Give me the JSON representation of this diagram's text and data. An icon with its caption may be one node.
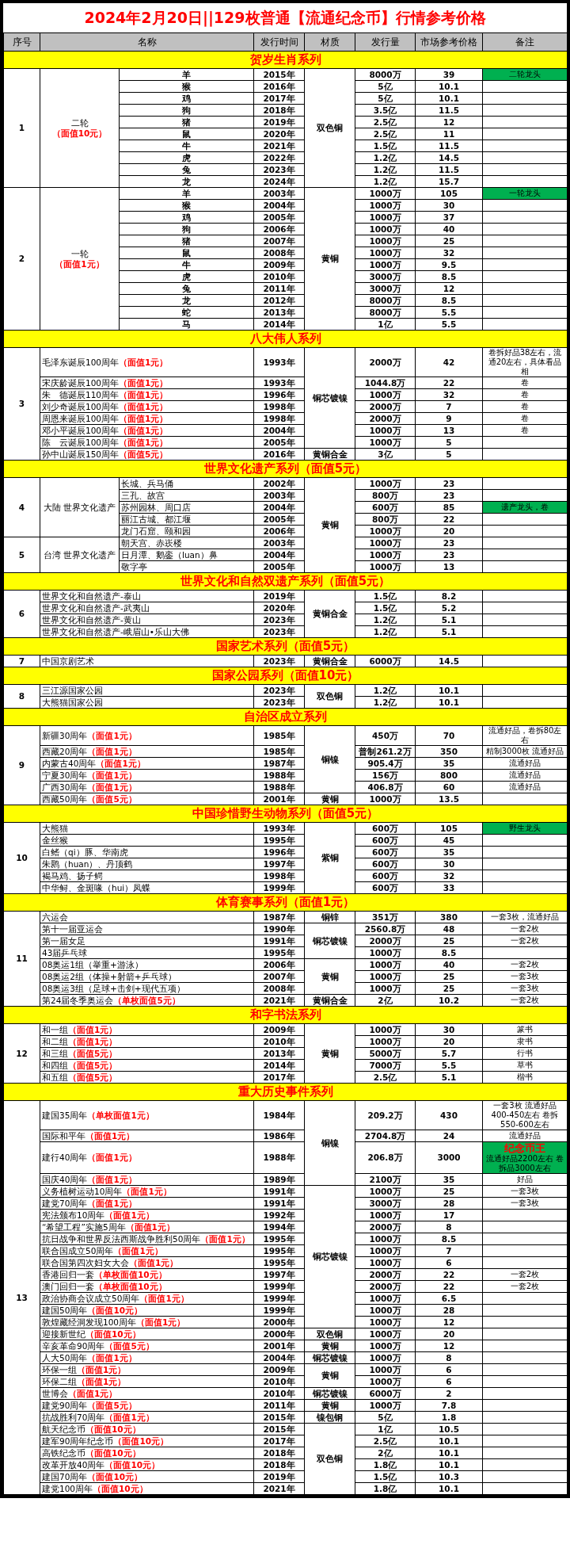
{
  "diagram": {
    "title": "2024年2月20日||129枚普通【流通纪念币】行情参考价格",
    "labels": [
      "序号",
      "名称",
      "发行时间",
      "材质",
      "发行量",
      "市场参考价格",
      "备注",
      "贺岁生肖系列",
      "1",
      "二轮",
      "（面值10元）",
      "羊",
      "2015年",
      "双色铜",
      "8000万",
      "39",
      "二轮龙头",
      "猴",
      "2016年",
      "5亿",
      "10.1",
      "鸡",
      "2017年",
      "5亿",
      "10.1",
      "狗",
      "2018年",
      "3.5亿",
      "11.5",
      "猪",
      "2019年",
      "2.5亿",
      "12",
      "鼠",
      "2020年",
      "2.5亿",
      "11",
      "牛",
      "2021年",
      "1.5亿",
      "11.5",
      "虎",
      "2022年",
      "1.2亿",
      "14.5",
      "兔",
      "2023年",
      "1.2亿",
      "11.5",
      "龙",
      "2024年",
      "1.2亿",
      "15.7",
      "2",
      "一轮",
      "（面值1元）",
      "羊",
      "2003年",
      "黄铜",
      "1000万",
      "105",
      "一轮龙头",
      "猴",
      "2004年",
      "1000万",
      "30",
      "鸡",
      "2005年",
      "1000万",
      "37",
      "狗",
      "2006年",
      "1000万",
      "40",
      "猪",
      "2007年",
      "1000万",
      "25",
      "鼠",
      "2008年",
      "1000万",
      "32",
      "牛",
      "2009年",
      "1000万",
      "9.5",
      "虎",
      "2010年",
      "3000万",
      "8.5",
      "兔",
      "2011年",
      "3000万",
      "12",
      "龙",
      "2012年",
      "8000万",
      "8.5",
      "蛇",
      "2013年",
      "8000万",
      "5.5",
      "马",
      "2014年",
      "1亿",
      "5.5",
      "八大伟人系列",
      "3",
      "毛泽东诞辰100周年",
      "（面值1元）",
      "1993年",
      "铜芯镀镍",
      "2000万",
      "42",
      "卷拆好品38左右，流通20左右，具体看品相",
      "宋庆龄诞辰100周年",
      "（面值1元）",
      "1993年",
      "1044.8万",
      "22",
      "卷",
      "朱　德诞辰110周年",
      "（面值1元）",
      "1996年",
      "1000万",
      "32",
      "卷",
      "刘少奇诞辰100周年",
      "（面值1元）",
      "1998年",
      "2000万",
      "7",
      "卷",
      "周恩来诞辰100周年",
      "（面值1元）",
      "1998年",
      "2000万",
      "9",
      "卷",
      "邓小平诞辰100周年",
      "（面值1元）",
      "2004年",
      "1000万",
      "13",
      "卷",
      "陈　云诞辰100周年",
      "（面值1元）",
      "2005年",
      "1000万",
      "5",
      "孙中山诞辰150周年",
      "（面值5元）",
      "2016年",
      "黄铜合金",
      "3亿",
      "5",
      "世界文化遗产系列（面值5元）",
      "4",
      "大陆 世界文化遗产",
      "长城、兵马俑",
      "2002年",
      "黄铜",
      "1000万",
      "23",
      "三孔、故宫",
      "2003年",
      "800万",
      "23",
      "苏州园林、周口店",
      "2004年",
      "600万",
      "85",
      "遗产龙头，卷",
      "丽江古城、都江堰",
      "2005年",
      "800万",
      "22",
      "龙门石窟、颐和园",
      "2006年",
      "1000万",
      "20",
      "5",
      "台湾 世界文化遗产",
      "朝天宫、赤崁楼",
      "2003年",
      "1000万",
      "23",
      "日月潭、鹅銮（luan）鼻",
      "2004年",
      "1000万",
      "23",
      "敬字亭",
      "2005年",
      "1000万",
      "13",
      "世界文化和自然双遗产系列（面值5元）",
      "6",
      "世界文化和自然遗产-泰山",
      "2019年",
      "黄铜合金",
      "1.5亿",
      "8.2",
      "世界文化和自然遗产-武夷山",
      "2020年",
      "1.5亿",
      "5.2",
      "世界文化和自然遗产-黄山",
      "2023年",
      "1.2亿",
      "5.1",
      "世界文化和自然遗产-峨眉山•乐山大佛",
      "2023年",
      "1.2亿",
      "5.1",
      "国家艺术系列（面值5元）",
      "7",
      "中国京剧艺术",
      "2023年",
      "黄铜合金",
      "6000万",
      "14.5",
      "国家公园系列（面值10元）",
      "8",
      "三江源国家公园",
      "2023年",
      "双色铜",
      "1.2亿",
      "10.1",
      "大熊猫国家公园",
      "2023年",
      "1.2亿",
      "10.1",
      "自治区成立系列",
      "9",
      "新疆30周年",
      "（面值1元）",
      "1985年",
      "铜镍",
      "450万",
      "70",
      "流通好品，卷拆80左右",
      "西藏20周年",
      "（面值1元）",
      "1985年",
      "普制261.2万",
      "350",
      "精制3000枚 流通好品",
      "内蒙古40周年",
      "（面值1元）",
      "1987年",
      "905.4万",
      "35",
      "流通好品",
      "宁夏30周年",
      "（面值1元）",
      "1988年",
      "156万",
      "800",
      "流通好品",
      "广西30周年",
      "（面值1元）",
      "1988年",
      "406.8万",
      "60",
      "流通好品",
      "西藏50周年",
      "（面值5元）",
      "2001年",
      "黄铜",
      "1000万",
      "13.5",
      "中国珍惜野生动物系列（面值5元）",
      "10",
      "大熊猫",
      "1993年",
      "紫铜",
      "600万",
      "105",
      "野生龙头",
      "金丝猴",
      "1995年",
      "600万",
      "45",
      "白鳍（qi）豚、华南虎",
      "1996年",
      "600万",
      "35",
      "朱鹮（huan）、丹顶鹤",
      "1997年",
      "600万",
      "30",
      "褐马鸡、扬子鳄",
      "1998年",
      "600万",
      "32",
      "中华鲟、金斑喙（hui）凤蝶",
      "1999年",
      "600万",
      "33",
      "体育赛事系列（面值1元）",
      "11",
      "六运会",
      "1987年",
      "铜锌",
      "351万",
      "380",
      "一套3枚，流通好品",
      "第十一届亚运会",
      "1990年",
      "铜芯镀镍",
      "2560.8万",
      "48",
      "一套2枚",
      "第一届女足",
      "1991年",
      "2000万",
      "25",
      "一套2枚",
      "43届乒乓球",
      "1995年",
      "1000万",
      "8.5",
      "08奥运1组（举重+游泳）",
      "2006年",
      "黄铜",
      "1000万",
      "40",
      "一套2枚",
      "08奥运2组（体操+射箭+乒乓球）",
      "2007年",
      "1000万",
      "25",
      "一套3枚",
      "08奥运3组（足球+击剑+现代五项）",
      "2008年",
      "1000万",
      "25",
      "一套3枚",
      "第24届冬季奥运会",
      "（单枚面值5元）",
      "2021年",
      "黄铜合金",
      "2亿",
      "10.2",
      "一套2枚",
      "和字书法系列",
      "12",
      "和一组",
      "（面值1元）",
      "2009年",
      "黄铜",
      "1000万",
      "30",
      "篆书",
      "和二组",
      "（面值1元）",
      "2010年",
      "1000万",
      "20",
      "隶书",
      "和三组",
      "（面值5元）",
      "2013年",
      "5000万",
      "5.7",
      "行书",
      "和四组",
      "（面值5元）",
      "2014年",
      "7000万",
      "5.5",
      "草书",
      "和五组",
      "（面值5元）",
      "2017年",
      "2.5亿",
      "5.1",
      "楷书",
      "重大历史事件系列",
      "13",
      "建国35周年",
      "（单枚面值1元）",
      "1984年",
      "铜镍",
      "209.2万",
      "430",
      "一套3枚 流通好品400-450左右 卷拆550-600左右",
      "国际和平年",
      "（面值1元）",
      "1986年",
      "2704.8万",
      "24",
      "流通好品",
      "建行40周年",
      "（面值1元）",
      "1988年",
      "206.8万",
      "3000",
      "纪念币王",
      "流通好品2200左右 卷拆品3000左右",
      "国庆40周年",
      "（面值1元）",
      "1989年",
      "2100万",
      "35",
      "好品",
      "义务植树运动10周年",
      "（面值1元）",
      "1991年",
      "铜芯镀镍",
      "1000万",
      "25",
      "一套3枚",
      "建党70周年",
      "（面值1元）",
      "1991年",
      "3000万",
      "28",
      "一套3枚",
      "宪法颁布10周年",
      "（面值1元）",
      "1992年",
      "1000万",
      "17",
      "“希望工程”实施5周年",
      "（面值1元）",
      "1994年",
      "2000万",
      "8",
      "抗日战争和世界反法西斯战争胜利50周年",
      "（面值1元）",
      "1995年",
      "1000万",
      "8.5",
      "联合国成立50周年",
      "（面值1元）",
      "1995年",
      "1000万",
      "7",
      "联合国第四次妇女大会",
      "（面值1元）",
      "1995年",
      "1000万",
      "6",
      "香港回归一套",
      "（单枚面值10元）",
      "1997年",
      "2000万",
      "22",
      "一套2枚",
      "澳门回归一套",
      "（单枚面值10元）",
      "1999年",
      "2000万",
      "22",
      "一套2枚",
      "政治协商会议成立50周年",
      "（面值1元）",
      "1999年",
      "1000万",
      "6.5",
      "建国50周年",
      "（面值10元）",
      "1999年",
      "1000万",
      "28",
      "敦煌藏经洞发现100周年",
      "（面值1元）",
      "2000年",
      "1000万",
      "12",
      "迎接新世纪",
      "（面值10元）",
      "2000年",
      "双色铜",
      "1000万",
      "20",
      "辛亥革命90周年",
      "（面值5元）",
      "2001年",
      "黄铜",
      "1000万",
      "12",
      "人大50周年",
      "（面值1元）",
      "2004年",
      "铜芯镀镍",
      "1000万",
      "8",
      "环保一组",
      "（面值1元）",
      "2009年",
      "黄铜",
      "1000万",
      "6",
      "环保二组",
      "（面值1元）",
      "2010年",
      "1000万",
      "6",
      "世博会",
      "（面值1元）",
      "2010年",
      "铜芯镀镍",
      "6000万",
      "2",
      "建党90周年",
      "（面值5元）",
      "2011年",
      "黄铜",
      "1000万",
      "7.8",
      "抗战胜利70周年",
      "（面值1元）",
      "2015年",
      "镍包钢",
      "5亿",
      "1.8",
      "航天纪念币",
      "（面值10元）",
      "2015年",
      "双色铜",
      "1亿",
      "10.5",
      "建军90周年纪念币",
      "（面值10元）",
      "2017年",
      "2.5亿",
      "10.1",
      "高铁纪念币",
      "（面值10元）",
      "2018年",
      "2亿",
      "10.1",
      "改革开放40周年",
      "（面值10元）",
      "2018年",
      "1.8亿",
      "10.1",
      "建国70周年",
      "（面值10元）",
      "2019年",
      "1.5亿",
      "10.3",
      "建党100周年",
      "（面值10元）",
      "2021年",
      "1.8亿",
      "10.1"
    ]
  }
}
